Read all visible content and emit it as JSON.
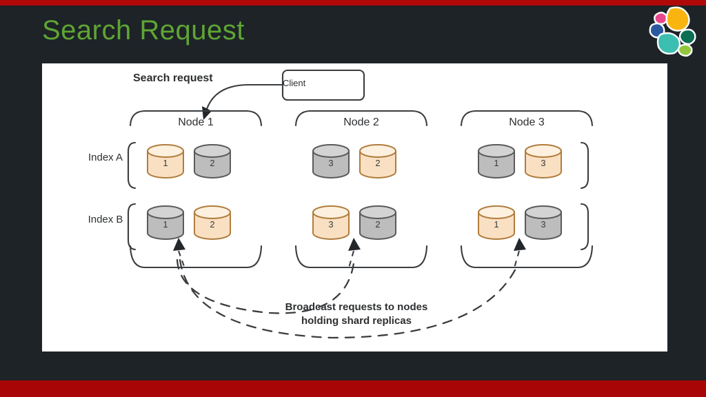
{
  "slide": {
    "title": "Search Request",
    "accent_green": "#5fa534",
    "background": "#1d2327",
    "bar_color": "#a80606",
    "logo_name": "elastic-logo",
    "logo_colors": {
      "pink": "#e8488b",
      "yellow": "#f9b410",
      "blue": "#2b59a0",
      "teal": "#3cbeb1",
      "dark_green": "#0d6e52",
      "light_green": "#93c83e"
    }
  },
  "diagram": {
    "client_box_label": "Client",
    "search_request_label": "Search request",
    "broadcast_label": "Broadcast requests to nodes holding shard replicas",
    "nodes": [
      {
        "label": "Node 1"
      },
      {
        "label": "Node 2"
      },
      {
        "label": "Node 3"
      }
    ],
    "index_rows": [
      {
        "label": "Index A"
      },
      {
        "label": "Index B"
      }
    ],
    "shard_colors": {
      "primary_fill": "#fae0c3",
      "primary_top": "#fdf0de",
      "primary_stroke": "#b07c3c",
      "replica_fill": "#bdbdbd",
      "replica_top": "#d3d3d3",
      "replica_stroke": "#5a5a5a"
    },
    "shards": [
      {
        "node": "Node 1",
        "index": "Index A",
        "number": "1",
        "type": "primary"
      },
      {
        "node": "Node 1",
        "index": "Index A",
        "number": "2",
        "type": "replica"
      },
      {
        "node": "Node 2",
        "index": "Index A",
        "number": "3",
        "type": "replica"
      },
      {
        "node": "Node 2",
        "index": "Index A",
        "number": "2",
        "type": "primary"
      },
      {
        "node": "Node 3",
        "index": "Index A",
        "number": "1",
        "type": "replica"
      },
      {
        "node": "Node 3",
        "index": "Index A",
        "number": "3",
        "type": "primary"
      },
      {
        "node": "Node 1",
        "index": "Index B",
        "number": "1",
        "type": "replica"
      },
      {
        "node": "Node 1",
        "index": "Index B",
        "number": "2",
        "type": "primary"
      },
      {
        "node": "Node 2",
        "index": "Index B",
        "number": "3",
        "type": "primary"
      },
      {
        "node": "Node 2",
        "index": "Index B",
        "number": "2",
        "type": "replica"
      },
      {
        "node": "Node 3",
        "index": "Index B",
        "number": "1",
        "type": "primary"
      },
      {
        "node": "Node 3",
        "index": "Index B",
        "number": "3",
        "type": "replica"
      }
    ]
  }
}
